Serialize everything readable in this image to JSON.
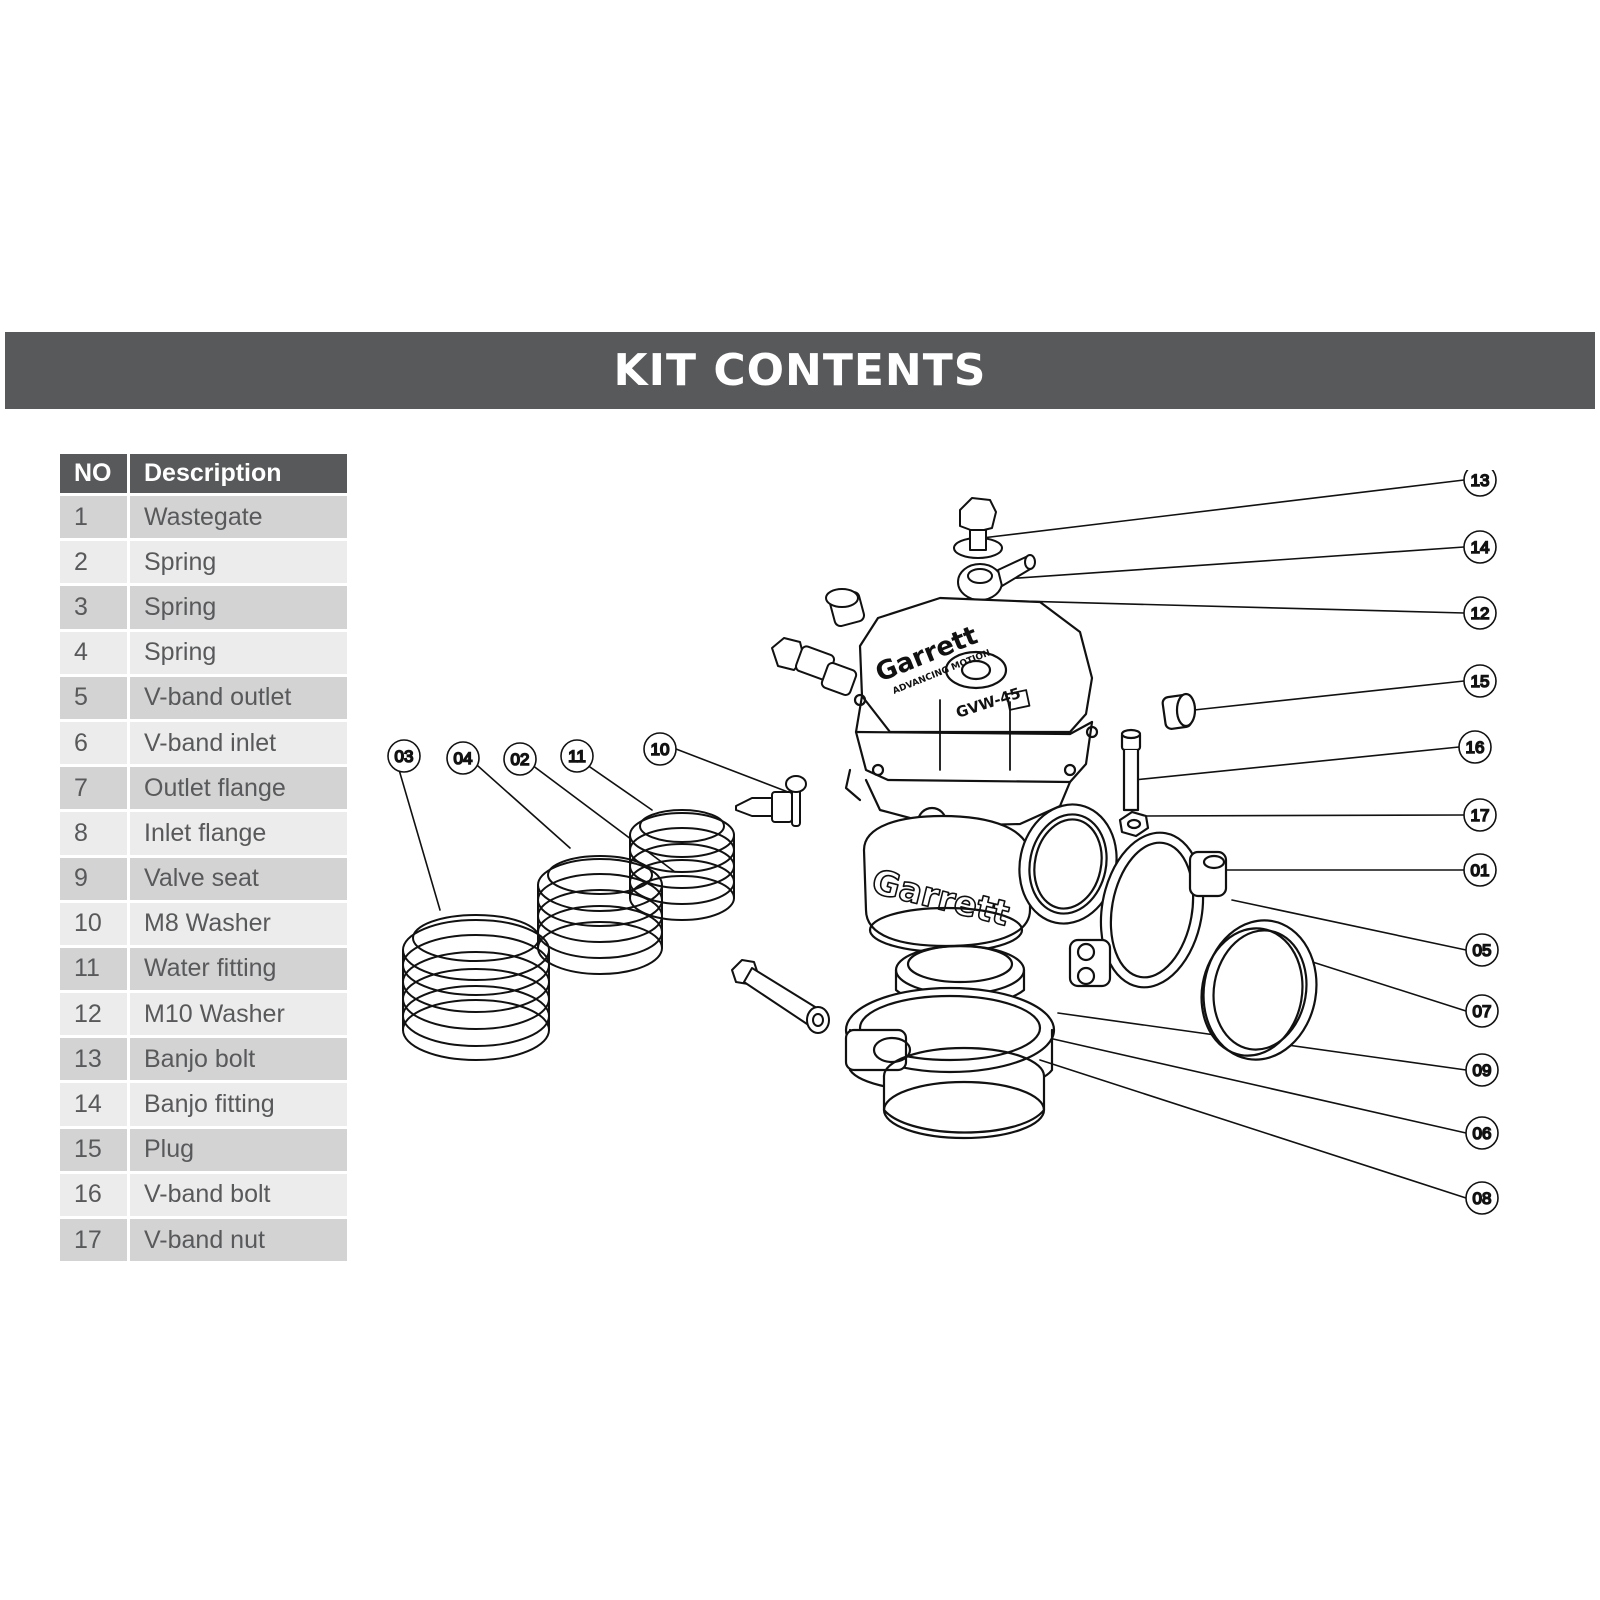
{
  "header": {
    "title": "KIT CONTENTS"
  },
  "table": {
    "columns": [
      "NO",
      "Description"
    ],
    "rows": [
      {
        "no": "1",
        "desc": "Wastegate"
      },
      {
        "no": "2",
        "desc": "Spring"
      },
      {
        "no": "3",
        "desc": "Spring"
      },
      {
        "no": "4",
        "desc": "Spring"
      },
      {
        "no": "5",
        "desc": "V-band outlet"
      },
      {
        "no": "6",
        "desc": "V-band inlet"
      },
      {
        "no": "7",
        "desc": "Outlet flange"
      },
      {
        "no": "8",
        "desc": "Inlet  flange"
      },
      {
        "no": "9",
        "desc": "Valve seat"
      },
      {
        "no": "10",
        "desc": "M8 Washer"
      },
      {
        "no": "11",
        "desc": "Water fitting"
      },
      {
        "no": "12",
        "desc": "M10 Washer"
      },
      {
        "no": "13",
        "desc": "Banjo bolt"
      },
      {
        "no": "14",
        "desc": "Banjo fitting"
      },
      {
        "no": "15",
        "desc": "Plug"
      },
      {
        "no": "16",
        "desc": "V-band bolt"
      },
      {
        "no": "17",
        "desc": "V-band nut"
      }
    ]
  },
  "diagram": {
    "brand": "Garrett",
    "tagline": "ADVANCING MOTION",
    "model": "GVW-45",
    "callouts": [
      "01",
      "02",
      "03",
      "04",
      "05",
      "06",
      "07",
      "08",
      "09",
      "10",
      "11",
      "12",
      "13",
      "14",
      "15",
      "16",
      "17"
    ]
  },
  "colors": {
    "banner": "#58595b",
    "row_dark": "#d3d3d4",
    "row_light": "#ececec",
    "text_gray": "#58595b"
  }
}
